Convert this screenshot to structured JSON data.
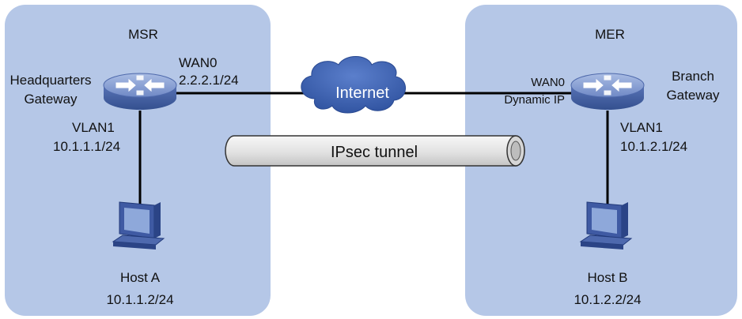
{
  "sites": {
    "left": {
      "name": "MSR"
    },
    "right": {
      "name": "MER"
    }
  },
  "hq_gateway": {
    "name_line1": "Headquarters",
    "name_line2": "Gateway",
    "wan_interface": "WAN0",
    "wan_address": "2.2.2.1/24",
    "lan_interface": "VLAN1",
    "lan_address": "10.1.1.1/24"
  },
  "branch_gateway": {
    "name_line1": "Branch",
    "name_line2": "Gateway",
    "wan_interface": "WAN0",
    "wan_address": "Dynamic IP",
    "lan_interface": "VLAN1",
    "lan_address": "10.1.2.1/24"
  },
  "cloud": {
    "label": "Internet"
  },
  "tunnel": {
    "label": "IPsec tunnel"
  },
  "host_a": {
    "name": "Host A",
    "address": "10.1.1.2/24"
  },
  "host_b": {
    "name": "Host B",
    "address": "10.1.2.2/24"
  },
  "colors": {
    "site_background": "#b5c7e7",
    "cloud": "#3e63b5",
    "router_top": "#8aa2d6",
    "router_side": "#4a67ae",
    "tunnel": "#e4e4e4",
    "links": "#000000"
  },
  "icons": {
    "router": "router-icon",
    "host": "computer-icon",
    "cloud": "cloud-icon",
    "tunnel": "pipe-icon"
  }
}
